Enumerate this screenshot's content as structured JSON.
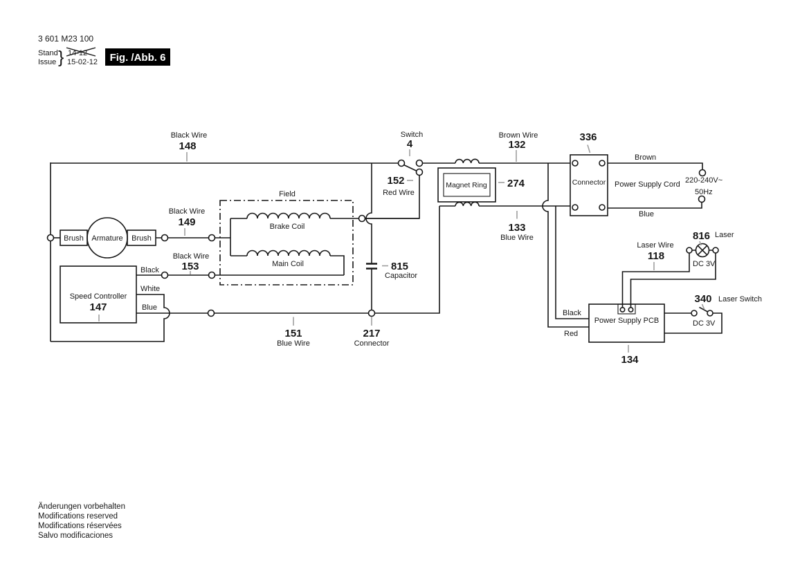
{
  "header": {
    "part_number": "3 601 M23 100",
    "stand_label": "Stand",
    "issue_label": "Issue",
    "brace": "}",
    "old_date": "14-12",
    "date": "15-02-12",
    "figure_label": "Fig. /Abb. 6"
  },
  "footer": {
    "lines": [
      "Änderungen vorbehalten",
      "Modifications reserved",
      "Modifications réservées",
      "Salvo modificaciones"
    ]
  },
  "diagram": {
    "wire148": {
      "name": "Black Wire",
      "ref": "148"
    },
    "wire149": {
      "name": "Black Wire",
      "ref": "149"
    },
    "wire153": {
      "name": "Black Wire",
      "ref": "153"
    },
    "wire152": {
      "ref": "152",
      "name": "Red Wire"
    },
    "wire132": {
      "name": "Brown Wire",
      "ref": "132"
    },
    "wire133": {
      "ref": "133",
      "name": "Blue Wire"
    },
    "wire151": {
      "ref": "151",
      "name": "Blue Wire"
    },
    "wire118": {
      "name": "Laser Wire",
      "ref": "118"
    },
    "switch4": {
      "name": "Switch",
      "ref": "4"
    },
    "connector217": {
      "ref": "217",
      "name": "Connector"
    },
    "connector336": {
      "ref": "336",
      "name": "Connector"
    },
    "capacitor815": {
      "ref": "815",
      "name": "Capacitor"
    },
    "magnetRing274": {
      "name": "Magnet Ring",
      "ref": "274"
    },
    "speedController147": {
      "name": "Speed Controller",
      "ref": "147"
    },
    "pcb134": {
      "name": "Power Supply PCB",
      "ref": "134"
    },
    "laser816": {
      "ref": "816",
      "name": "Laser",
      "dc": "DC 3V"
    },
    "laserSwitch340": {
      "ref": "340",
      "name": "Laser Switch",
      "dc": "DC 3V"
    },
    "field": {
      "name": "Field",
      "brake": "Brake Coil",
      "main": "Main Coil"
    },
    "motor": {
      "brushLeft": "Brush",
      "armature": "Armature",
      "brushRight": "Brush"
    },
    "speedWires": {
      "black": "Black",
      "white": "White",
      "blue": "Blue"
    },
    "pcbWires": {
      "black": "Black",
      "red": "Red"
    },
    "cord": {
      "brown": "Brown",
      "blue": "Blue",
      "label": "Power Supply Cord",
      "voltage": "220-240V~",
      "freq": "50Hz"
    }
  },
  "colors": {
    "wire": "#161616",
    "pointer": "#9e9e9e",
    "figure_box_bg": "#000000",
    "figure_box_text": "#ffffff",
    "background": "#ffffff"
  }
}
